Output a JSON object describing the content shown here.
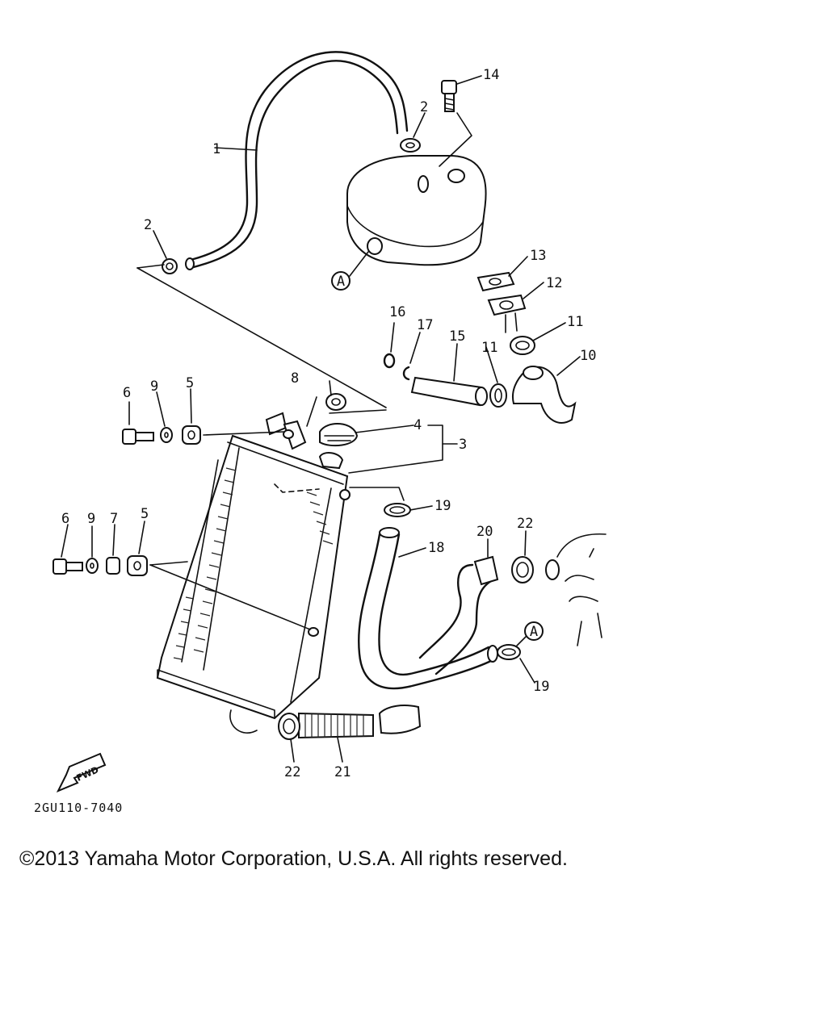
{
  "diagram": {
    "callouts": {
      "c1": "1",
      "c2a": "2",
      "c2b": "2",
      "c3": "3",
      "c4": "4",
      "c5a": "5",
      "c5b": "5",
      "c6a": "6",
      "c6b": "6",
      "c7": "7",
      "c8": "8",
      "c9a": "9",
      "c9b": "9",
      "c10": "10",
      "c11a": "11",
      "c11b": "11",
      "c12": "12",
      "c13": "13",
      "c14": "14",
      "c15": "15",
      "c16": "16",
      "c17": "17",
      "c18": "18",
      "c19a": "19",
      "c19b": "19",
      "c20": "20",
      "c21": "21",
      "c22a": "22",
      "c22b": "22"
    },
    "ref_markers": {
      "a1": "A",
      "a2": "A"
    },
    "fwd_label": "FWD",
    "drawing_code": "2GU110-7040"
  },
  "footer": {
    "copyright": "©2013 Yamaha Motor Corporation, U.S.A. All rights reserved."
  }
}
